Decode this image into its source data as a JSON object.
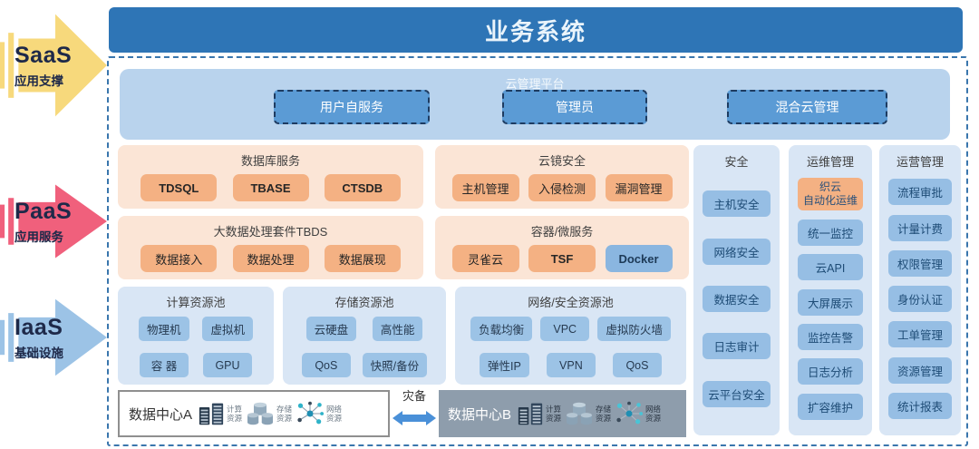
{
  "header": {
    "title": "业务系统"
  },
  "arrows": {
    "saas": {
      "name": "SaaS",
      "label": "应用支撑"
    },
    "paas": {
      "name": "PaaS",
      "label": "应用服务"
    },
    "iaas": {
      "name": "IaaS",
      "label": "基础设施"
    }
  },
  "cloud": {
    "title": "云管理平台",
    "btn_user": "用户自服务",
    "btn_admin": "管理员",
    "btn_hybrid": "混合云管理"
  },
  "panels": {
    "db": {
      "title": "数据库服务",
      "c1": "TDSQL",
      "c2": "TBASE",
      "c3": "CTSDB"
    },
    "mirror": {
      "title": "云镜安全",
      "c1": "主机管理",
      "c2": "入侵检测",
      "c3": "漏洞管理"
    },
    "tbds": {
      "title": "大数据处理套件TBDS",
      "c1": "数据接入",
      "c2": "数据处理",
      "c3": "数据展现"
    },
    "cont": {
      "title": "容器/微服务",
      "c1": "灵雀云",
      "c2": "TSF",
      "c3": "Docker"
    },
    "compute": {
      "title": "计算资源池",
      "c1": "物理机",
      "c2": "虚拟机",
      "c3": "容 器",
      "c4": "GPU"
    },
    "storage": {
      "title": "存储资源池",
      "c1": "云硬盘",
      "c2": "高性能",
      "c3": "QoS",
      "c4": "快照/备份"
    },
    "network": {
      "title": "网络/安全资源池",
      "c1": "负载均衡",
      "c2": "VPC",
      "c3": "虚拟防火墙",
      "c4": "弹性IP",
      "c5": "VPN",
      "c6": "QoS"
    }
  },
  "columns": {
    "security": {
      "title": "安全",
      "i1": "主机安全",
      "i2": "网络安全",
      "i3": "数据安全",
      "i4": "日志审计",
      "i5": "云平台安全"
    },
    "ops": {
      "title": "运维管理",
      "i1": "织云\n自动化运维",
      "i2": "统一监控",
      "i3": "云API",
      "i4": "大屏展示",
      "i5": "监控告警",
      "i6": "日志分析",
      "i7": "扩容维护"
    },
    "biz": {
      "title": "运营管理",
      "i1": "流程审批",
      "i2": "计量计费",
      "i3": "权限管理",
      "i4": "身份认证",
      "i5": "工单管理",
      "i6": "资源管理",
      "i7": "统计报表"
    }
  },
  "datacenter": {
    "a_label": "数据中心A",
    "b_label": "数据中心B",
    "link": "灾备",
    "res_compute": "计算\n资源",
    "res_storage": "存储\n资源",
    "res_network": "网络\n资源"
  },
  "icons": {
    "compute": "server-stack-icon",
    "storage": "storage-cluster-icon",
    "network": "network-topology-icon",
    "link": "double-arrow-icon"
  },
  "colors": {
    "header_blue": "#2e75b6",
    "cloud_bar_blue": "#b9d3ed",
    "button_blue": "#5b9bd5",
    "panel_orange": "#fbe5d6",
    "chip_orange": "#f4b183",
    "panel_blue": "#d9e6f5",
    "chip_blue": "#9cc3e6",
    "column_chip_blue": "#96bee4",
    "docker_chip_blue": "#8ab6e0",
    "saas_yellow": "#f7d97c",
    "paas_pink": "#f0607c",
    "iaas_blue": "#9cc3e6",
    "dc_b_gray": "#8e9dac",
    "link_arrow_blue": "#4a90d8",
    "outer_dash_blue": "#3a76ad"
  }
}
